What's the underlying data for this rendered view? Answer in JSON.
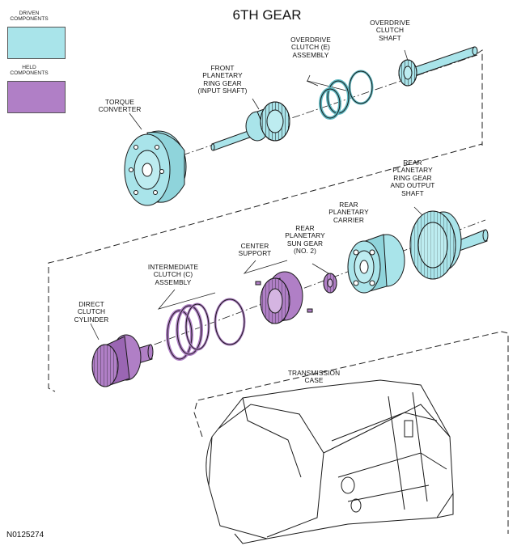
{
  "title": "6TH GEAR",
  "legend": {
    "driven": {
      "label": "DRIVEN\nCOMPONENTS",
      "color": "#a9e4ea"
    },
    "held": {
      "label": "HELD\nCOMPONENTS",
      "color": "#b07fc6"
    }
  },
  "labels": {
    "overdrive_clutch_shaft": "OVERDRIVE\nCLUTCH\nSHAFT",
    "overdrive_clutch_assembly": "OVERDRIVE\nCLUTCH (E)\nASSEMBLY",
    "front_planetary_ring_gear": "FRONT\nPLANETARY\nRING GEAR\n(INPUT SHAFT)",
    "torque_converter": "TORQUE\nCONVERTER",
    "rear_planetary_ring_gear": "REAR\nPLANETARY\nRING GEAR\nAND OUTPUT\nSHAFT",
    "rear_planetary_carrier": "REAR\nPLANETARY\nCARRIER",
    "rear_planetary_sun_gear": "REAR\nPLANETARY\nSUN GEAR\n(NO. 2)",
    "center_support": "CENTER\nSUPPORT",
    "intermediate_clutch": "INTERMEDIATE\nCLUTCH (C)\nASSEMBLY",
    "direct_clutch_cylinder": "DIRECT\nCLUTCH\nCYLINDER",
    "transmission_case": "TRANSMISSION\nCASE"
  },
  "figure_id": "N0125274",
  "colors": {
    "driven": "#a9e4ea",
    "held": "#b07fc6",
    "outline": "#1a1a1a"
  }
}
